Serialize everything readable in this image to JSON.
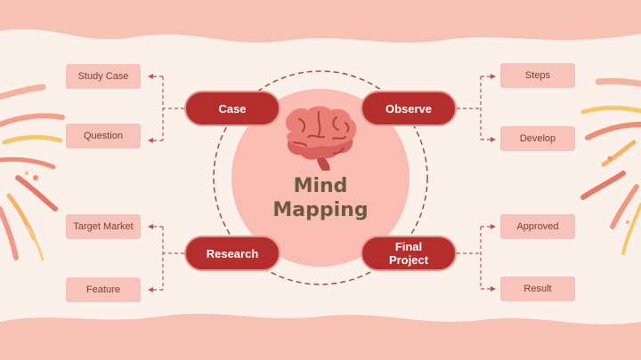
{
  "center": {
    "title": "Mind\nMapping",
    "icon": "brain-icon"
  },
  "branches": {
    "case": {
      "label": "Case",
      "leaves": [
        "Study Case",
        "Question"
      ]
    },
    "observe": {
      "label": "Observe",
      "leaves": [
        "Steps",
        "Develop"
      ]
    },
    "research": {
      "label": "Research",
      "leaves": [
        "Target Market",
        "Feature"
      ]
    },
    "final_project": {
      "label": "Final\nProject",
      "leaves": [
        "Approved",
        "Result"
      ]
    }
  },
  "colors": {
    "background": "#f7c1b4",
    "panel": "#fbf1ea",
    "branch_fill": "#b42e2e",
    "branch_border": "#e6938a",
    "leaf_fill": "#f8c3bb",
    "connector": "#c4524a",
    "title_text": "#6b5a3e"
  }
}
